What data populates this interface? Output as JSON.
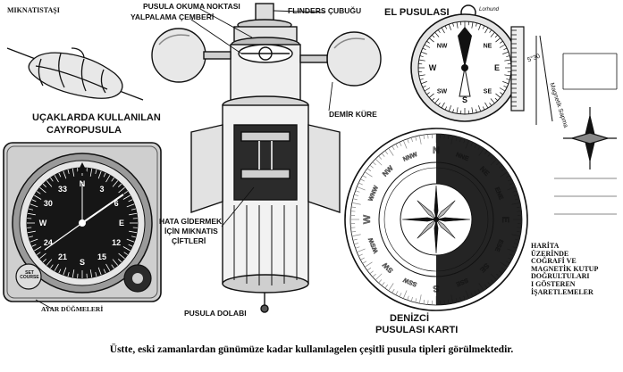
{
  "labels": {
    "miknatistasi": "MIKNATISTAŞI",
    "pusula_okuma_noktasi": "PUSULA OKUMA NOKTASI",
    "yalpalama_cemberi": "YALPALAMA ÇEMBERİ",
    "flinders_cubugu": "FLINDERS ÇUBUĞU",
    "el_pusulasi": "EL PUSULASI",
    "ucaklarda_line1": "UÇAKLARDA KULLANILAN",
    "ucaklarda_line2": "CAYROPUSULA",
    "demir_kure": "DEMİR KÜRE",
    "hata_line1": "HATA GİDERMEK",
    "hata_line2": "İÇİN MIKNATIS",
    "hata_line3": "ÇİFTLERİ",
    "ayar_dugmeleri": "AYAR DÜĞMELERİ",
    "pusula_dolabi": "PUSULA DOLABI",
    "denizci_line1": "DENİZCİ",
    "denizci_line2": "PUSULASI KARTI",
    "harita_lines": [
      "HARİTA",
      "ÜZERİNDE",
      "COĞRAFİ VE",
      "MAGNETİK KUTUP",
      "DOĞRULTULARI",
      "I GÖSTEREN",
      "İŞARETLEMELER"
    ],
    "set_course": "SET COURSE",
    "magnetik_sapma": "Magnetik Sapma",
    "angle_readout": "5°30",
    "hand_compass_brand": "Lorhund"
  },
  "caption": "Üstte, eski zamanlardan günümüze kadar kullanılagelen çeşitli pusula tipleri görülmektedir.",
  "gyro_dial": {
    "numbers": [
      "3",
      "6",
      "E",
      "12",
      "15",
      "S",
      "21",
      "24",
      "W",
      "30",
      "33",
      "N"
    ]
  },
  "marine_card": {
    "points": [
      "N",
      "NNE",
      "NE",
      "ENE",
      "E",
      "ESE",
      "SE",
      "SSE",
      "S",
      "SSW",
      "SW",
      "WSW",
      "W",
      "WNW",
      "NW",
      "NNW"
    ]
  },
  "hand_compass": {
    "points": [
      "N",
      "NE",
      "E",
      "SE",
      "S",
      "SW",
      "W",
      "NW"
    ]
  }
}
